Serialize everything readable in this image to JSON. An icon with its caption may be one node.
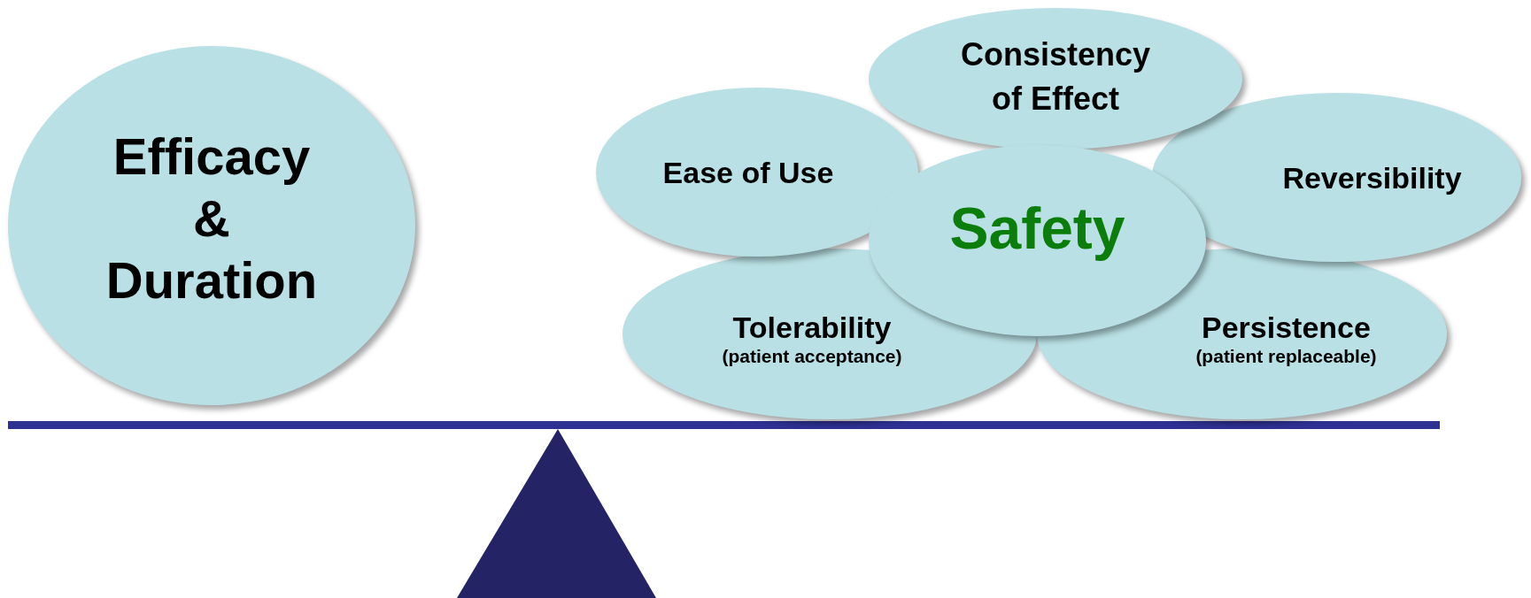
{
  "diagram": {
    "nodes": [
      {
        "text": [
          "Efficacy & Duration"
        ]
      },
      {
        "text": [
          "Tolerability",
          "(patient acceptance)"
        ]
      },
      {
        "text": [
          "Persistence",
          "(patient replaceable)"
        ]
      },
      {
        "text": [
          "Ease of Use"
        ]
      },
      {
        "text": [
          "Reversibility"
        ]
      },
      {
        "text": [
          "Consistency of Effect"
        ]
      },
      {
        "text": [
          "Safety"
        ]
      }
    ]
  }
}
